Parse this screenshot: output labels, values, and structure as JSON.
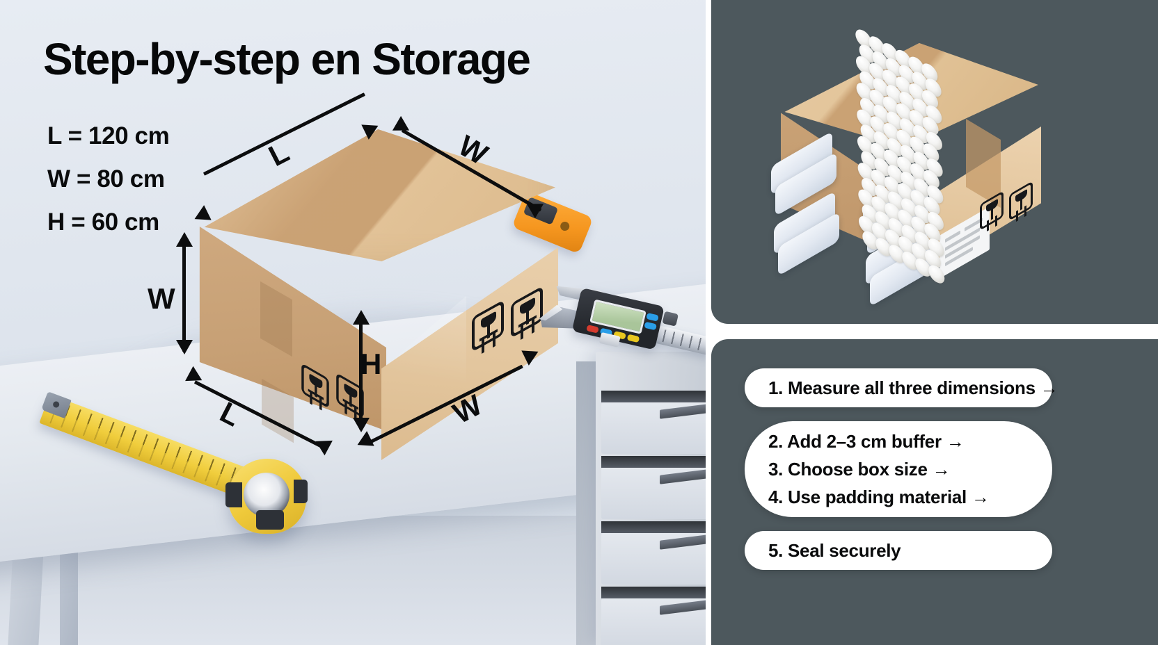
{
  "hero": {
    "title": "Step-by-step en Storage",
    "specs": [
      "L = 120 cm",
      "W = 80 cm",
      "H = 60 cm"
    ],
    "dimension_labels": {
      "top_left": "L",
      "top_right": "W",
      "left_vertical": "W",
      "front_height": "H",
      "bottom_left": "L",
      "bottom_right": "W"
    },
    "objects": {
      "box": "cardboard-box",
      "tape_measure": "tape-measure",
      "caliper": "digital-caliper",
      "cutter": "box-cutter",
      "desk": "work-desk",
      "cabinet": "drawer-cabinet"
    }
  },
  "panel_top": {
    "subject": "padded-box-with-bubble-wrap-and-foam"
  },
  "steps": {
    "group_a": [
      {
        "text": "1. Measure all three dimensions →"
      }
    ],
    "group_b": [
      {
        "text": "2. Add 2–3 cm buffer →"
      },
      {
        "text": "3. Choose box size →"
      },
      {
        "text": "4. Use padding material →"
      }
    ],
    "group_c": [
      {
        "text": "5. Seal securely"
      }
    ]
  },
  "colors": {
    "panel_bg": "#4d585d",
    "hero_bg": "#e2e8ef",
    "pill_bg": "#ffffff",
    "text_dark": "#0a0b0c",
    "cardboard": "#e3c69e",
    "tape_yellow": "#efc93a",
    "cutter_orange": "#f5961f"
  }
}
